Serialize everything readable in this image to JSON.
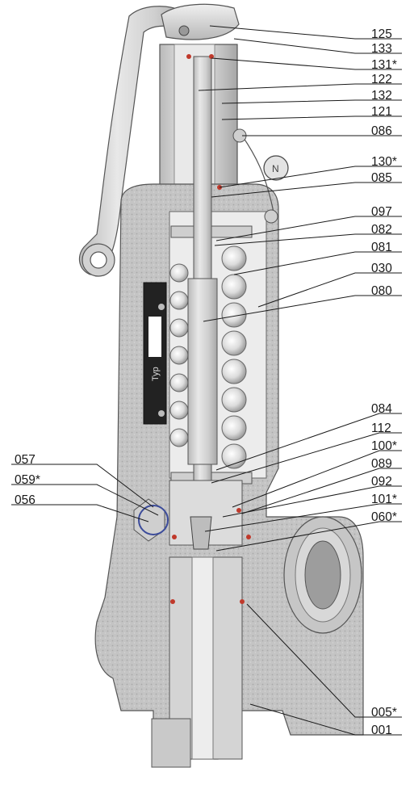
{
  "callouts": [
    {
      "id": "125",
      "label": "125"
    },
    {
      "id": "133",
      "label": "133"
    },
    {
      "id": "131",
      "label": "131*"
    },
    {
      "id": "122",
      "label": "122"
    },
    {
      "id": "132",
      "label": "132"
    },
    {
      "id": "121",
      "label": "121"
    },
    {
      "id": "086",
      "label": "086"
    },
    {
      "id": "130",
      "label": "130*"
    },
    {
      "id": "085",
      "label": "085"
    },
    {
      "id": "097",
      "label": "097"
    },
    {
      "id": "082",
      "label": "082"
    },
    {
      "id": "081",
      "label": "081"
    },
    {
      "id": "030",
      "label": "030"
    },
    {
      "id": "080",
      "label": "080"
    },
    {
      "id": "084",
      "label": "084"
    },
    {
      "id": "112",
      "label": "112"
    },
    {
      "id": "100",
      "label": "100*"
    },
    {
      "id": "089",
      "label": "089"
    },
    {
      "id": "092",
      "label": "092"
    },
    {
      "id": "101",
      "label": "101*"
    },
    {
      "id": "060",
      "label": "060*"
    },
    {
      "id": "057",
      "label": "057"
    },
    {
      "id": "059",
      "label": "059*"
    },
    {
      "id": "056",
      "label": "056"
    },
    {
      "id": "005",
      "label": "005*"
    },
    {
      "id": "001",
      "label": "001"
    }
  ],
  "nameplate": {
    "text": "Typ"
  },
  "seal": {
    "text": "N"
  }
}
